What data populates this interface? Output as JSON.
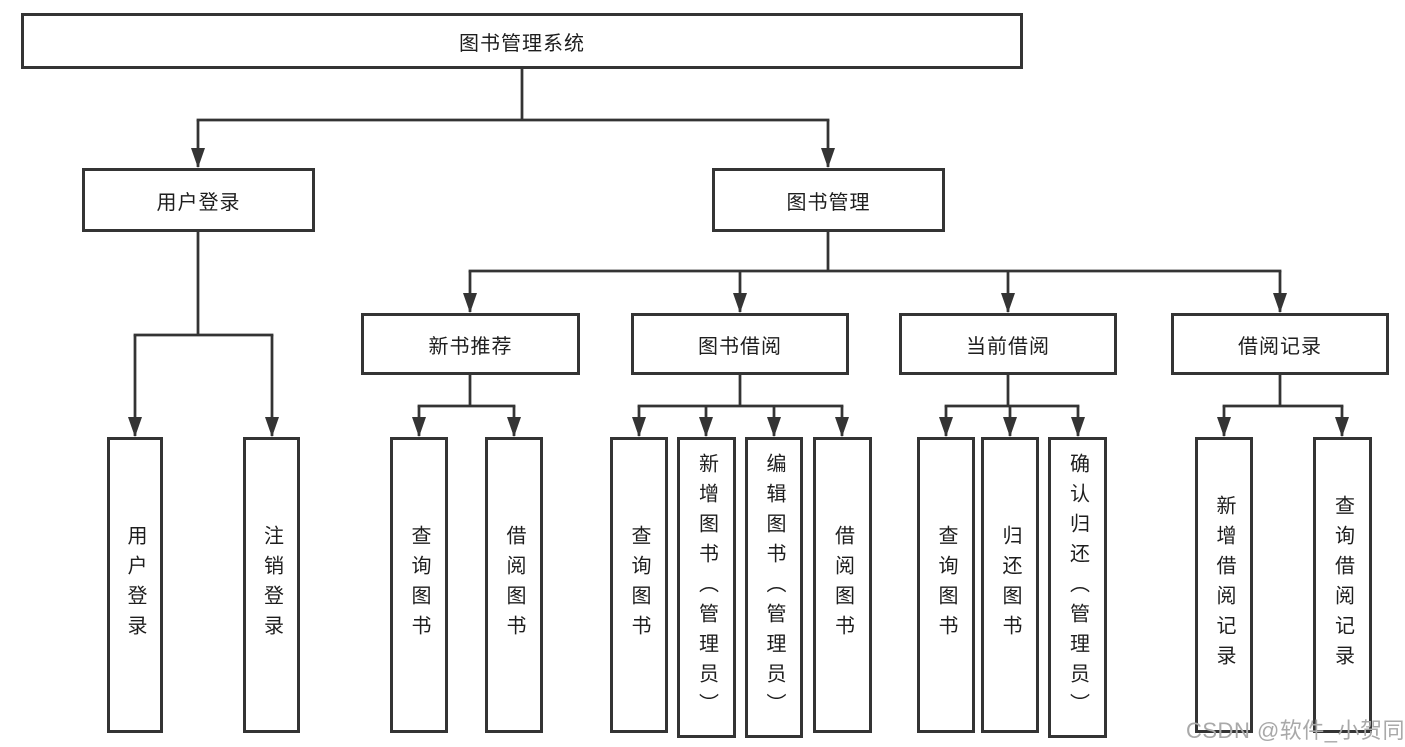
{
  "diagram": {
    "type": "tree",
    "orientation": "top-down",
    "line_color": "#343434",
    "box_border_color": "#343434",
    "text_color": "#1e1e1e",
    "background": "#ffffff"
  },
  "tree": {
    "label": "图书管理系统",
    "children": [
      {
        "label": "用户登录",
        "children": [
          {
            "label": "用户登录"
          },
          {
            "label": "注销登录"
          }
        ]
      },
      {
        "label": "图书管理",
        "children": [
          {
            "label": "新书推荐",
            "children": [
              {
                "label": "查询图书"
              },
              {
                "label": "借阅图书"
              }
            ]
          },
          {
            "label": "图书借阅",
            "children": [
              {
                "label": "查询图书"
              },
              {
                "label": "新增图书（管理员）"
              },
              {
                "label": "编辑图书（管理员）"
              },
              {
                "label": "借阅图书"
              }
            ]
          },
          {
            "label": "当前借阅",
            "children": [
              {
                "label": "查询图书"
              },
              {
                "label": "归还图书"
              },
              {
                "label": "确认归还（管理员）"
              }
            ]
          },
          {
            "label": "借阅记录",
            "children": [
              {
                "label": "新增借阅记录"
              },
              {
                "label": "查询借阅记录"
              }
            ]
          }
        ]
      }
    ]
  },
  "watermark": {
    "text": "CSDN @软件_小贺同学",
    "color": "#a9a9a9"
  }
}
